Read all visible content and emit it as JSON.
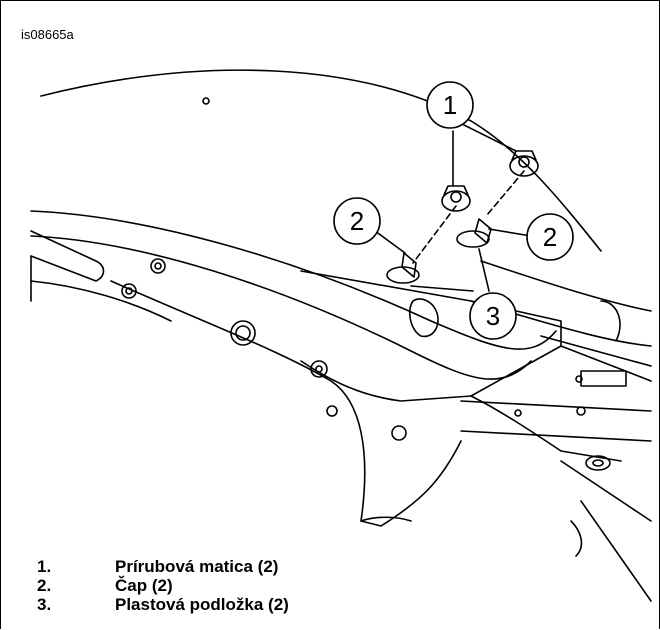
{
  "figure": {
    "id": "is08665a"
  },
  "callouts": [
    {
      "number": "1"
    },
    {
      "number": "2"
    },
    {
      "number": "2"
    },
    {
      "number": "3"
    }
  ],
  "legend": [
    {
      "number": "1.",
      "text": "Prírubová matica (2)"
    },
    {
      "number": "2.",
      "text": "Čap (2)"
    },
    {
      "number": "3.",
      "text": "Plastová podložka (2)"
    }
  ]
}
